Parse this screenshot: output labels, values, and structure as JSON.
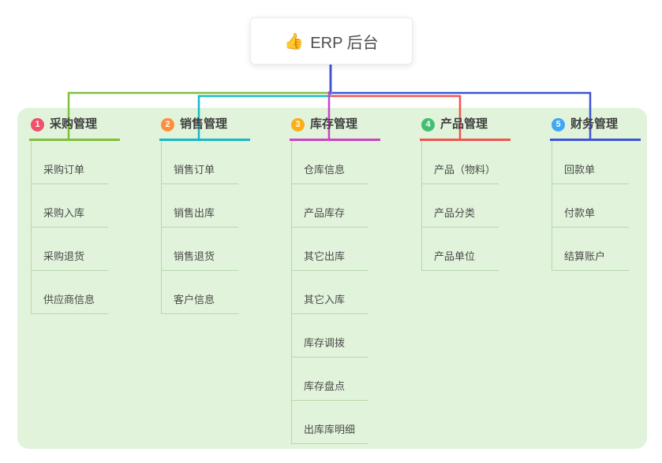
{
  "root": {
    "icon": "👍",
    "title": "ERP 后台"
  },
  "panel_bg": "#e1f3da",
  "stem_color": "#4356d9",
  "child_line_color": "#b8d7ad",
  "branches": [
    {
      "num": "1",
      "title": "采购管理",
      "color": "#7fc03d",
      "badge": "#f0506a",
      "children": [
        "采购订单",
        "采购入库",
        "采购退货",
        "供应商信息"
      ]
    },
    {
      "num": "2",
      "title": "销售管理",
      "color": "#16bac5",
      "badge": "#fd8f3c",
      "children": [
        "销售订单",
        "销售出库",
        "销售退货",
        "客户信息"
      ]
    },
    {
      "num": "3",
      "title": "库存管理",
      "color": "#cc41c6",
      "badge": "#fbae17",
      "children": [
        "仓库信息",
        "产品库存",
        "其它出库",
        "其它入库",
        "库存调拨",
        "库存盘点",
        "出库库明细"
      ]
    },
    {
      "num": "4",
      "title": "产品管理",
      "color": "#f05452",
      "badge": "#42bf73",
      "children": [
        "产品（物料）",
        "产品分类",
        "产品单位"
      ]
    },
    {
      "num": "5",
      "title": "财务管理",
      "color": "#3c55d6",
      "badge": "#41a6f5",
      "children": [
        "回款单",
        "付款单",
        "结算账户"
      ]
    }
  ]
}
